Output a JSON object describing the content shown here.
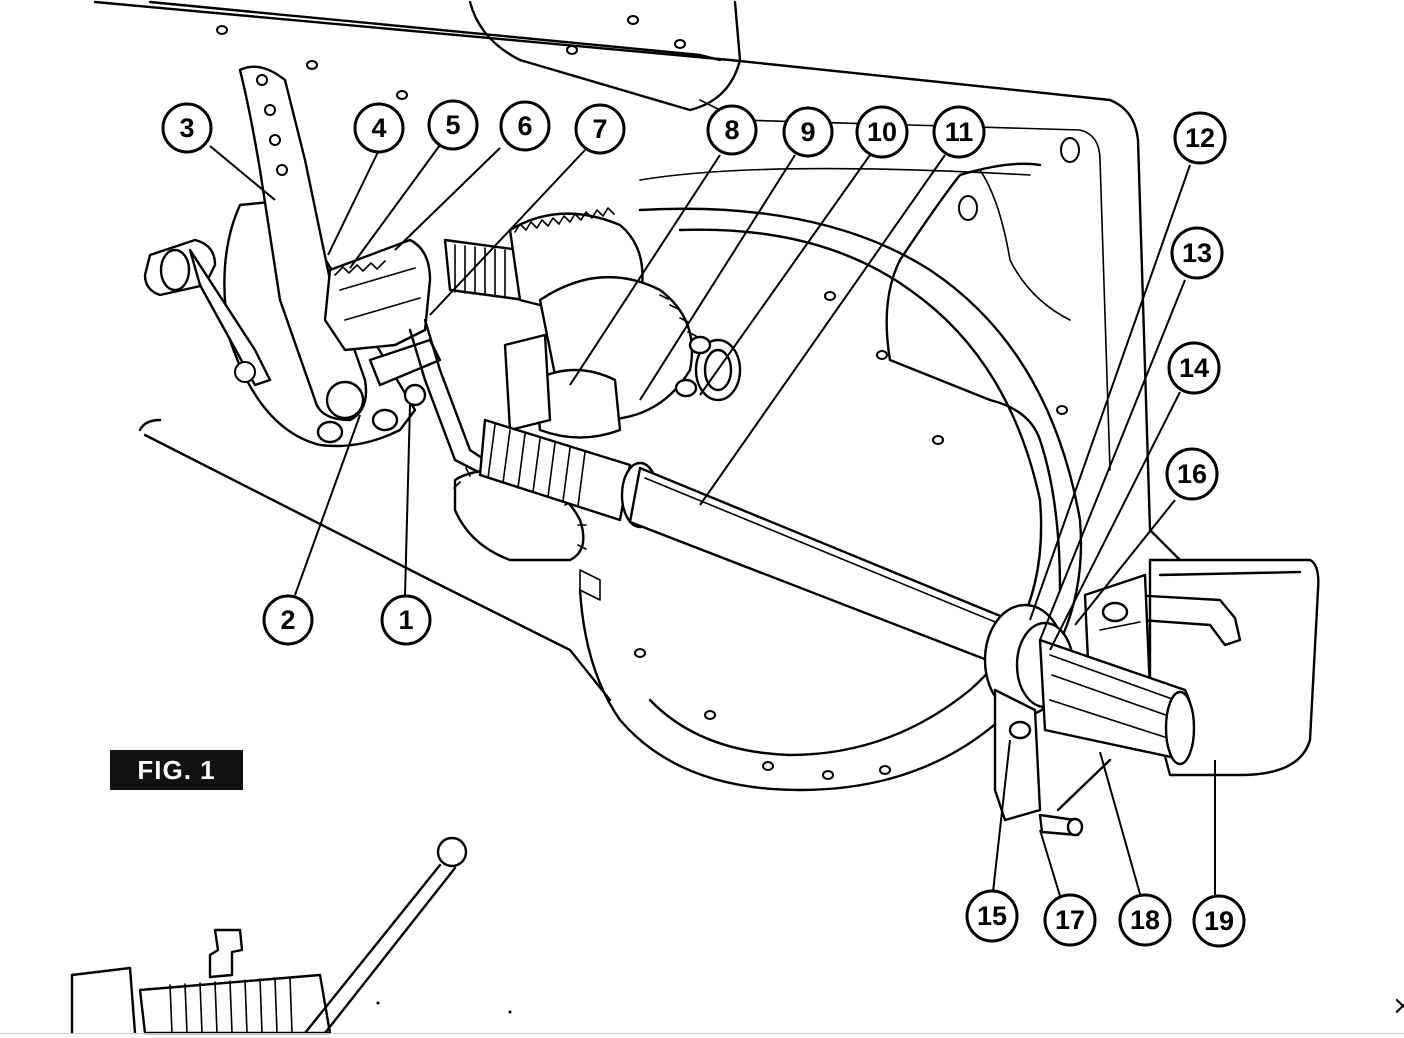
{
  "figure": {
    "label": "FIG. 1"
  },
  "callouts": [
    {
      "id": "1",
      "label": "1"
    },
    {
      "id": "2",
      "label": "2"
    },
    {
      "id": "3",
      "label": "3"
    },
    {
      "id": "4",
      "label": "4"
    },
    {
      "id": "5",
      "label": "5"
    },
    {
      "id": "6",
      "label": "6"
    },
    {
      "id": "7",
      "label": "7"
    },
    {
      "id": "8",
      "label": "8"
    },
    {
      "id": "9",
      "label": "9"
    },
    {
      "id": "10",
      "label": "10"
    },
    {
      "id": "11",
      "label": "11"
    },
    {
      "id": "12",
      "label": "12"
    },
    {
      "id": "13",
      "label": "13"
    },
    {
      "id": "14",
      "label": "14"
    },
    {
      "id": "15",
      "label": "15"
    },
    {
      "id": "16",
      "label": "16"
    },
    {
      "id": "17",
      "label": "17"
    },
    {
      "id": "18",
      "label": "18"
    },
    {
      "id": "19",
      "label": "19"
    }
  ],
  "ui": {
    "close_icon": "close-icon",
    "close_glyph": "×"
  }
}
